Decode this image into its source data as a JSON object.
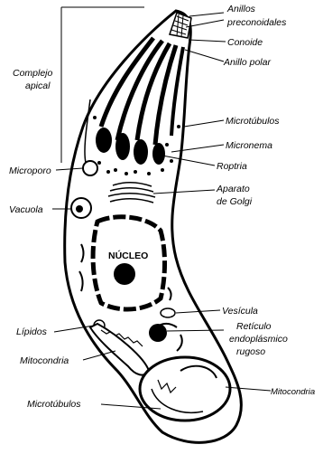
{
  "diagram": {
    "labels": {
      "anillos": [
        "Anillos",
        "preconoidales"
      ],
      "conoide": "Conoide",
      "anillo_polar": "Anillo polar",
      "complejo_apical": [
        "Complejo",
        "apical"
      ],
      "microtubulos_top": "Microtúbulos",
      "micronema": "Micronema",
      "microporo": "Microporo",
      "roptria": "Roptria",
      "aparato_golgi": [
        "Aparato",
        "de Golgi"
      ],
      "vacuola": "Vacuola",
      "nucleo": "NÚCLEO",
      "vesicula": "Vesícula",
      "lipidos": "Lípidos",
      "reticulo": [
        "Retículo",
        "endoplásmico",
        "rugoso"
      ],
      "mitocondria_left": "Mitocondria",
      "mitocondria_right": "Mitocondria",
      "microtubulos_bottom": "Microtúbulos"
    }
  }
}
